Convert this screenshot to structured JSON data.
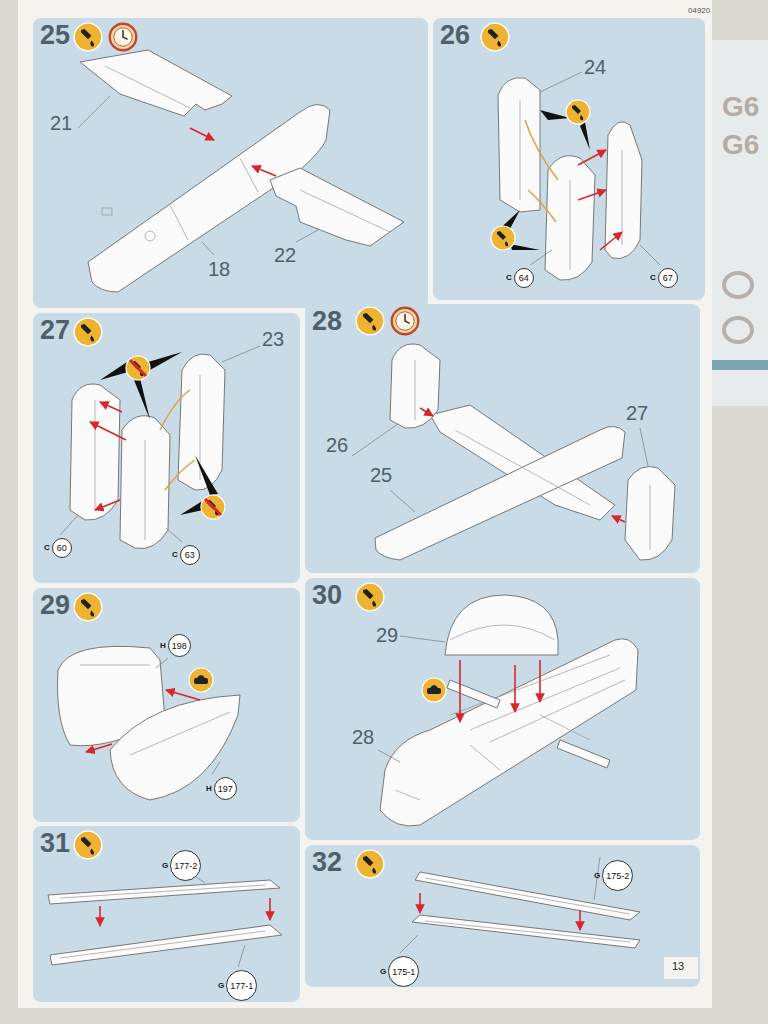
{
  "diagram": {
    "nodes": [
      {
        "text": [
          "25"
        ]
      },
      {
        "text": [
          "26"
        ]
      },
      {
        "text": [
          "C",
          "64"
        ],
        "in": 1
      },
      {
        "text": [
          "C",
          "67"
        ],
        "in": 1
      },
      {
        "text": [
          "27"
        ]
      },
      {
        "text": [
          "C",
          "60"
        ],
        "in": 4
      },
      {
        "text": [
          "C",
          "63"
        ],
        "in": 4
      },
      {
        "text": [
          "28"
        ]
      },
      {
        "text": [
          "29"
        ]
      },
      {
        "text": [
          "H",
          "198"
        ],
        "in": 8
      },
      {
        "text": [
          "H",
          "197"
        ],
        "in": 8
      },
      {
        "text": [
          "30"
        ]
      },
      {
        "text": [
          "31"
        ]
      },
      {
        "text": [
          "G",
          "177-2"
        ],
        "in": 12
      },
      {
        "text": [
          "G",
          "177-1"
        ],
        "in": 12
      },
      {
        "text": [
          "32"
        ]
      },
      {
        "text": [
          "G",
          "175-2"
        ],
        "in": 15
      },
      {
        "text": [
          "G",
          "175-1"
        ],
        "in": 15
      }
    ],
    "labels": [
      "04920",
      "21",
      "18",
      "22",
      "24",
      "23",
      "26",
      "25",
      "27",
      "29",
      "28",
      "13",
      "G6",
      "G6"
    ]
  }
}
